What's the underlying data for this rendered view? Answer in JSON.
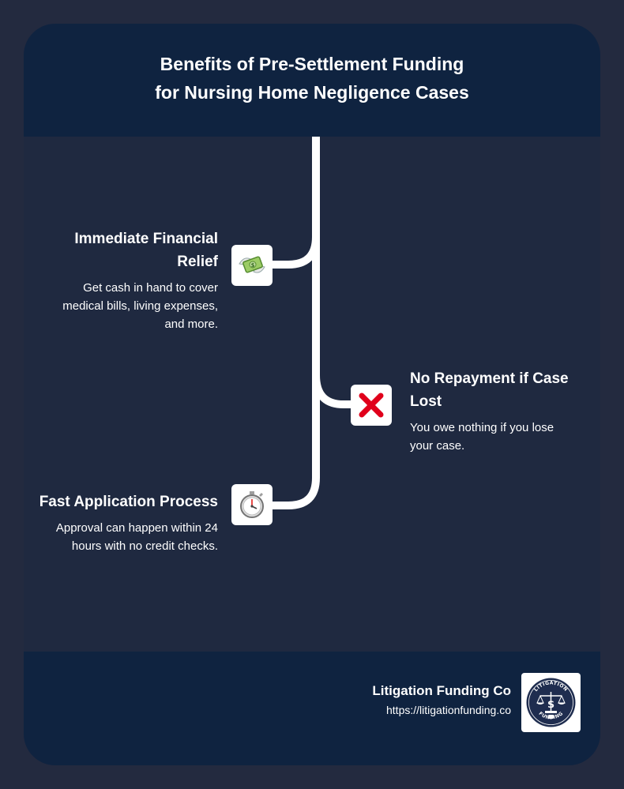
{
  "title_line1": "Benefits of Pre-Settlement Funding",
  "title_line2": "for Nursing Home Negligence Cases",
  "items": [
    {
      "heading_line1": "Immediate Financial",
      "heading_line2": "Relief",
      "text_line1": "Get cash in hand to cover",
      "text_line2": "medical bills, living expenses,",
      "text_line3": "and more.",
      "icon": "money-with-wings-icon"
    },
    {
      "heading_line1": "No Repayment if Case",
      "heading_line2": "Lost",
      "text_line1": "You owe nothing if you lose",
      "text_line2": "your case.",
      "icon": "red-cross-mark-icon"
    },
    {
      "heading_line1": "Fast Application Process",
      "text_line1": "Approval can happen within 24",
      "text_line2": "hours with no credit checks.",
      "icon": "stopwatch-icon"
    }
  ],
  "footer": {
    "brand_name": "Litigation Funding Co",
    "url": "https://litigationfunding.co",
    "logo": {
      "top_text": "LITIGATION",
      "bottom_text": "FUNDING",
      "icon": "scales-of-justice-dollar-icon"
    }
  },
  "colors": {
    "background": "#232a3f",
    "card": "#1f2940",
    "header_footer": "#0f2340",
    "line": "#ffffff",
    "cross": "#e0001b"
  }
}
